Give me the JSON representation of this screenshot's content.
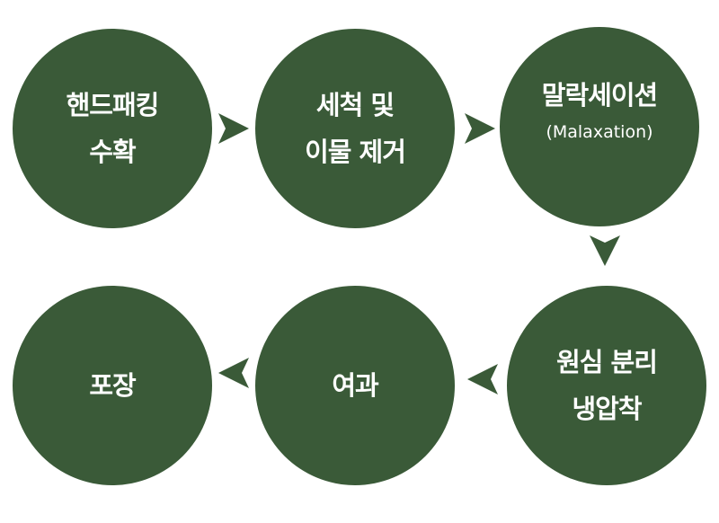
{
  "color": "#3a5a38",
  "steps": [
    {
      "lines": [
        "핸드패킹",
        "수확"
      ]
    },
    {
      "lines": [
        "세척 및",
        "이물 제거"
      ]
    },
    {
      "lines": [
        "말락세이션"
      ],
      "sub": "(Malaxation)"
    },
    {
      "lines": [
        "원심 분리",
        "냉압착"
      ]
    },
    {
      "lines": [
        "여과"
      ]
    },
    {
      "lines": [
        "포장"
      ]
    }
  ]
}
